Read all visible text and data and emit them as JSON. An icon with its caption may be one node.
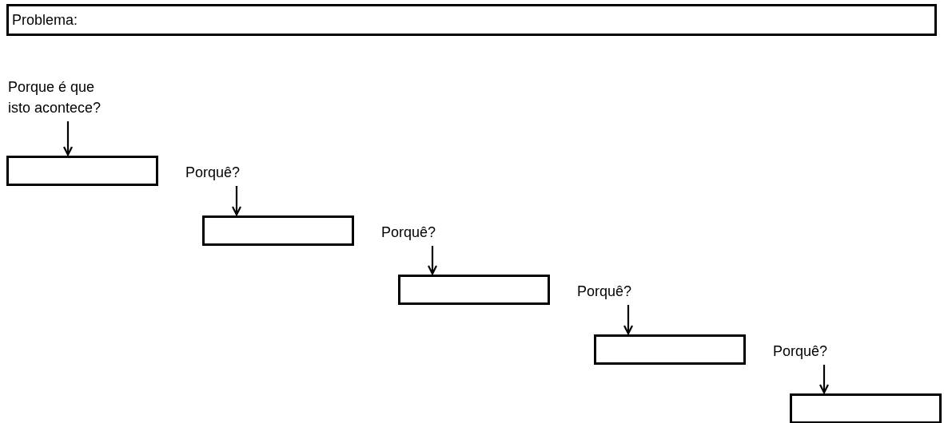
{
  "diagram": {
    "nodes": [
      {
        "text": [
          "Problema:"
        ]
      },
      {
        "text": [
          "Porque é que isto acontece?"
        ]
      },
      {
        "text": [],
        "shape": "box"
      },
      {
        "text": [
          "Porquê?"
        ]
      },
      {
        "text": [],
        "shape": "box"
      },
      {
        "text": [
          "Porquê?"
        ]
      },
      {
        "text": [],
        "shape": "box"
      },
      {
        "text": [
          "Porquê?"
        ]
      },
      {
        "text": [],
        "shape": "box"
      },
      {
        "text": [
          "Porquê?"
        ]
      },
      {
        "text": [],
        "shape": "box"
      }
    ],
    "edges": [
      {
        "from": 1,
        "to": 2,
        "arrow": "to"
      },
      {
        "from": 3,
        "to": 4,
        "arrow": "to"
      },
      {
        "from": 5,
        "to": 6,
        "arrow": "to"
      },
      {
        "from": 7,
        "to": 8,
        "arrow": "to"
      },
      {
        "from": 9,
        "to": 10,
        "arrow": "to"
      }
    ]
  }
}
